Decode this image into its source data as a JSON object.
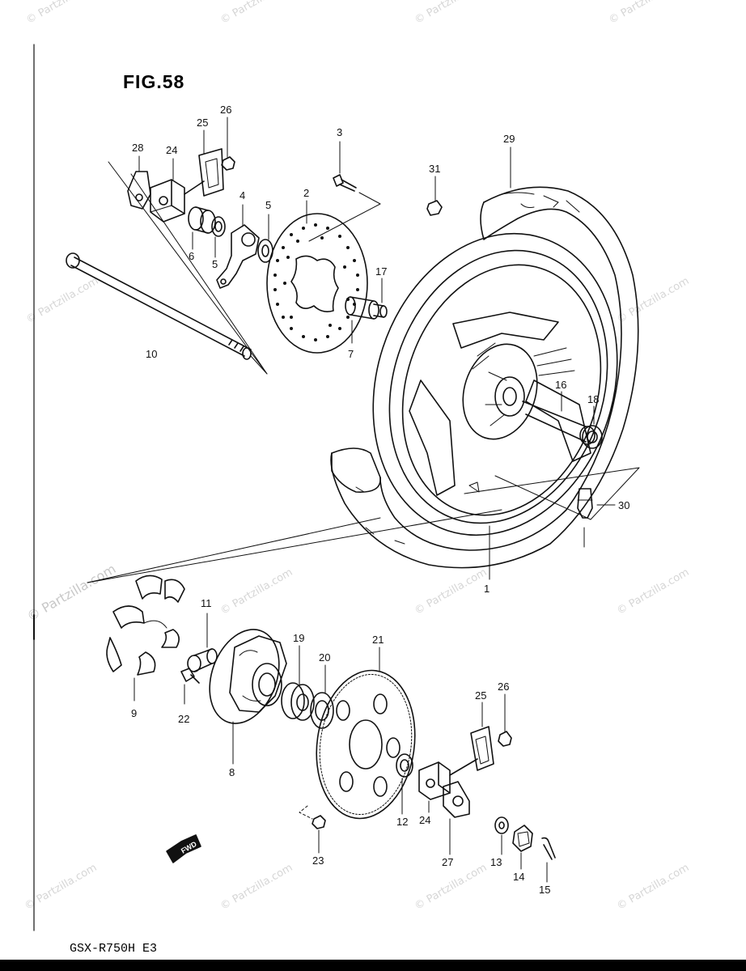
{
  "figure": {
    "title": "FIG.58",
    "model_code": "GSX-R750H E3"
  },
  "watermark": {
    "text": "© Partzilla.com"
  },
  "fwd_label": "FWD",
  "callouts": [
    "1",
    "2",
    "3",
    "4",
    "5",
    "5",
    "6",
    "7",
    "8",
    "9",
    "10",
    "11",
    "12",
    "13",
    "14",
    "15",
    "16",
    "17",
    "18",
    "19",
    "20",
    "21",
    "22",
    "23",
    "24",
    "24",
    "25",
    "25",
    "26",
    "26",
    "27",
    "28",
    "29",
    "30",
    "31"
  ],
  "parts": {
    "axle": "10",
    "disc": "2",
    "bolt_3": "3",
    "torque_link": "4",
    "spacer_5a": "5",
    "spacer_5b": "5",
    "bearing_6": "6",
    "spacer_7": "7",
    "wheel": "1",
    "tire": "29",
    "spacer_16": "16",
    "spacer_17": "17",
    "collar_18": "18",
    "valve": "30",
    "nut_31": "31",
    "damper": "9",
    "bolt_11": "11",
    "bolt_22": "22",
    "hub": "8",
    "bearing_19": "19",
    "oil_seal_20": "20",
    "sprocket": "21",
    "collar_12": "12",
    "nut_23": "23",
    "adjuster_24a": "24",
    "adjuster_24b": "24",
    "plate_25a": "25",
    "plate_25b": "25",
    "nut_26a": "26",
    "nut_26b": "26",
    "plate_27": "27",
    "plate_28": "28",
    "washer_13": "13",
    "nut_14": "14",
    "pin_15": "15"
  }
}
